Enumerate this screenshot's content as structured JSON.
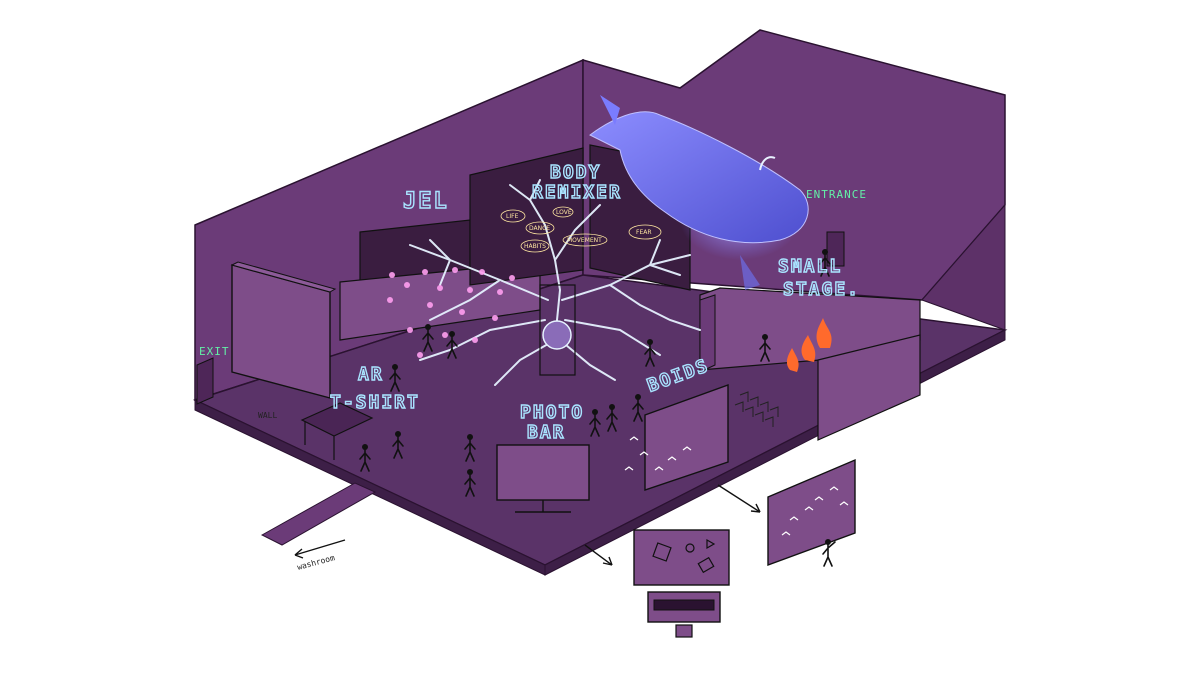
{
  "labels": {
    "exit": "EXIT",
    "entrance": "ENTRANCE",
    "jel": "JEL",
    "body_remixer_1": "BODY",
    "body_remixer_2": "REMIXER",
    "small_stage_1": "SMALL",
    "small_stage_2": "STAGE.",
    "ar_tshirt_1": "AR",
    "ar_tshirt_2": "T-SHIRT",
    "photo_bar_1": "PHOTO",
    "photo_bar_2": "BAR",
    "boids": "BOIDS",
    "wall": "WALL",
    "washroom": "washroom"
  },
  "bubbles": [
    "LIFE",
    "LOVE",
    "DANCE",
    "MOVEMENT",
    "FEAR",
    "HABITS"
  ],
  "colors": {
    "wall": "#6b3b78",
    "floor": "#5a3368",
    "neon_blue": "#a9e4ff",
    "neon_green": "#63f0a7",
    "jellyfish": "#ff9ff0",
    "whale": "#7a7cff",
    "fire": "#ff6a2c"
  },
  "icons": [
    "whale-hologram",
    "tree-projection",
    "jellyfish",
    "fire",
    "birds",
    "shapes",
    "keyboard"
  ]
}
